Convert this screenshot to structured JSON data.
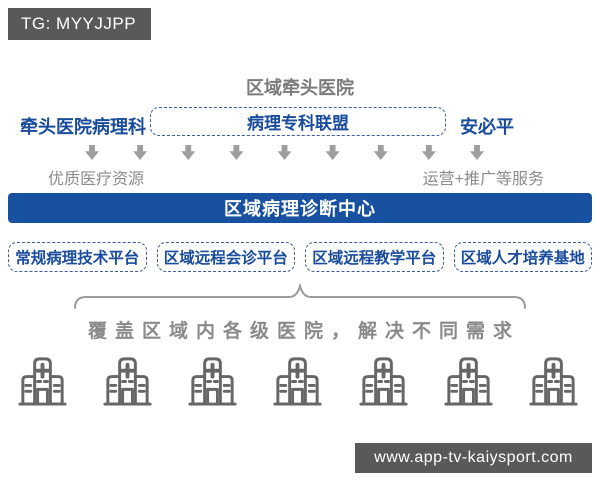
{
  "watermarks": {
    "top_left": "TG: MYYJJPP",
    "bottom_right": "www.app-tv-kaiysport.com"
  },
  "diagram": {
    "title": "区域牵头医院",
    "partners_row": {
      "left": "牵头医院病理科",
      "center": "病理专科联盟",
      "right": "安必平"
    },
    "flow_labels": {
      "left": "优质医疗资源",
      "right": "运营+推广等服务"
    },
    "center_banner": "区域病理诊断中心",
    "platforms": [
      "常规病理技术平台",
      "区域远程会诊平台",
      "区域远程教学平台",
      "区域人才培养基地"
    ],
    "coverage_text": "覆盖区域内各级医院，解决不同需求",
    "arrow_count": 9,
    "hospital_count": 7
  },
  "icons": {
    "down_arrow": "down-arrow-icon",
    "brace": "upward-brace-icon",
    "hospital": "hospital-building-icon"
  },
  "colors": {
    "banner_blue": "#1751A0",
    "dark_blue_text": "#1A4C9C",
    "dashed_border_blue": "#3C5C9E",
    "gray_text": "#8C8C8C",
    "arrow_gray": "#9E9E9E",
    "icon_gray": "#666666",
    "badge_background": "#595959",
    "page_background": "#FFFFFF"
  }
}
